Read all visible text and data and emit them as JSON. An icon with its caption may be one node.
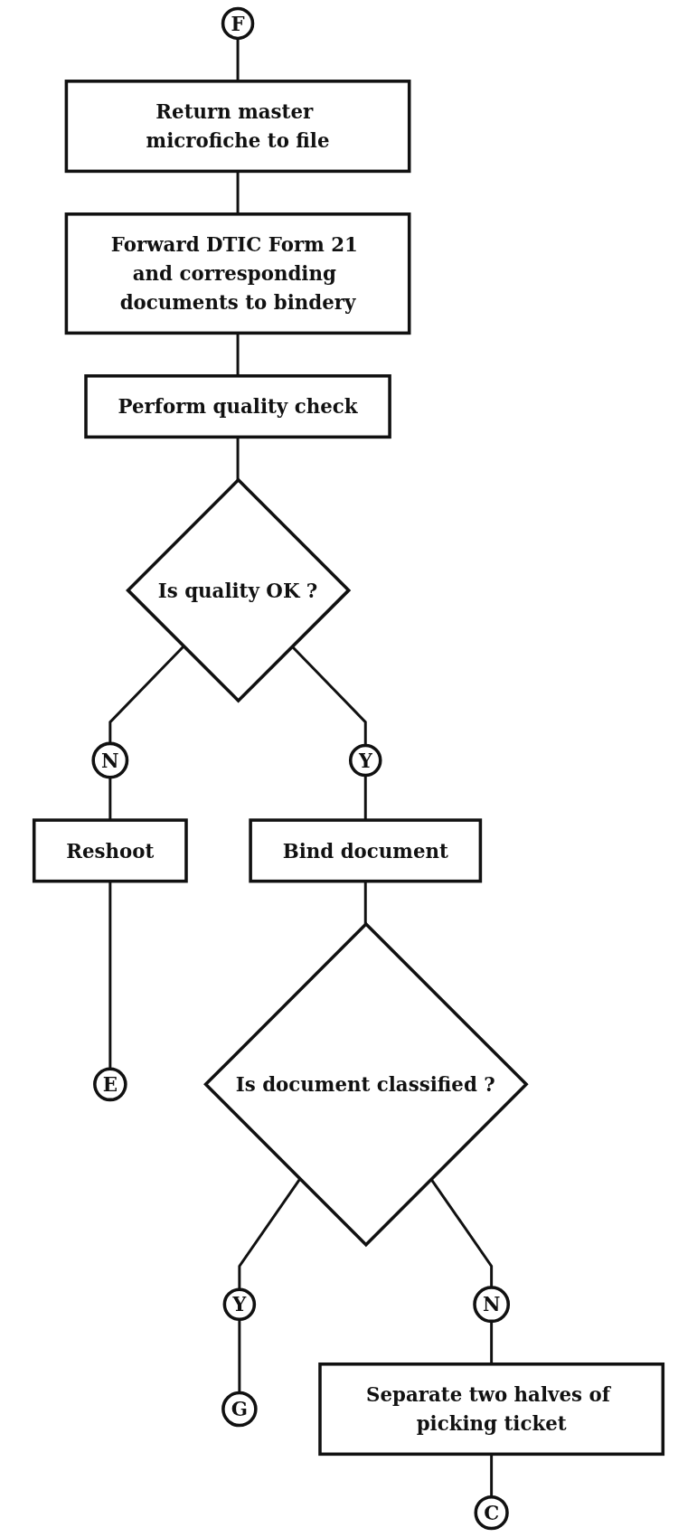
{
  "diagram": {
    "nodes": [
      {
        "text": [
          "F"
        ]
      },
      {
        "text": [
          "Return master microfiche to file"
        ]
      },
      {
        "text": [
          "Forward DTIC Form 21 and corresponding documents to bindery"
        ]
      },
      {
        "text": [
          "Perform quality check"
        ]
      },
      {
        "text": [
          "Is quality OK ?"
        ]
      },
      {
        "text": [
          "N"
        ]
      },
      {
        "text": [
          "Reshoot"
        ]
      },
      {
        "text": [
          "E"
        ]
      },
      {
        "text": [
          "Y"
        ]
      },
      {
        "text": [
          "Bind document"
        ]
      },
      {
        "text": [
          "Is document classified ?"
        ]
      },
      {
        "text": [
          "Y"
        ]
      },
      {
        "text": [
          "G"
        ]
      },
      {
        "text": [
          "N"
        ]
      },
      {
        "text": [
          "Separate two halves of picking ticket"
        ]
      },
      {
        "text": [
          "C"
        ]
      }
    ],
    "edges": [
      {
        "from": 0,
        "to": 1,
        "arrow": "none"
      },
      {
        "from": 1,
        "to": 2,
        "arrow": "none"
      },
      {
        "from": 2,
        "to": 3,
        "arrow": "none"
      },
      {
        "from": 3,
        "to": 4,
        "arrow": "none"
      },
      {
        "from": 4,
        "to": 5,
        "arrow": "none"
      },
      {
        "from": 5,
        "to": 6,
        "arrow": "none"
      },
      {
        "from": 6,
        "to": 7,
        "arrow": "none"
      },
      {
        "from": 4,
        "to": 8,
        "arrow": "none"
      },
      {
        "from": 8,
        "to": 9,
        "arrow": "none"
      },
      {
        "from": 9,
        "to": 10,
        "arrow": "none"
      },
      {
        "from": 10,
        "to": 11,
        "arrow": "none"
      },
      {
        "from": 11,
        "to": 12,
        "arrow": "none"
      },
      {
        "from": 10,
        "to": 13,
        "arrow": "none"
      },
      {
        "from": 13,
        "to": 14,
        "arrow": "none"
      },
      {
        "from": 14,
        "to": 15,
        "arrow": "none"
      }
    ]
  }
}
